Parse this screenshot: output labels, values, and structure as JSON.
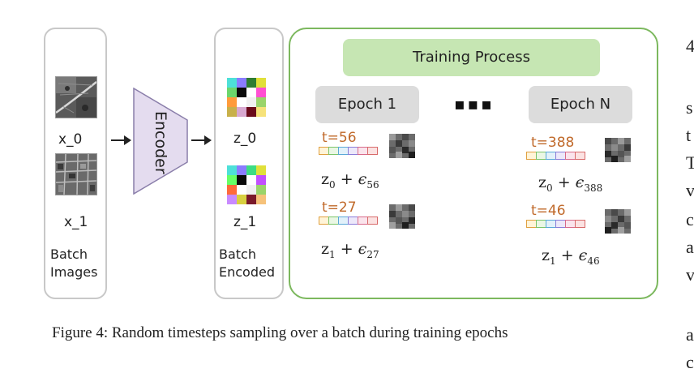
{
  "figure": {
    "batch_images": {
      "label": "Batch\nImages",
      "items": [
        {
          "label": "x_0"
        },
        {
          "label": "x_1"
        }
      ]
    },
    "encoder": {
      "label": "Encoder"
    },
    "batch_encoded": {
      "label": "Batch\nEncoded",
      "items": [
        {
          "label": "z_0"
        },
        {
          "label": "z_1"
        }
      ]
    },
    "training": {
      "title": "Training Process",
      "ellipsis": "▪▪▪",
      "epochs": [
        {
          "label": "Epoch 1",
          "samples": [
            {
              "t_label": "t=56",
              "formula_base": "z",
              "formula_base_sub": "0",
              "formula_op": " + ",
              "formula_eps": "ϵ",
              "formula_eps_sub": "56"
            },
            {
              "t_label": "t=27",
              "formula_base": "z",
              "formula_base_sub": "1",
              "formula_op": " + ",
              "formula_eps": "ϵ",
              "formula_eps_sub": "27"
            }
          ]
        },
        {
          "label": "Epoch N",
          "samples": [
            {
              "t_label": "t=388",
              "formula_base": "z",
              "formula_base_sub": "0",
              "formula_op": " + ",
              "formula_eps": "ϵ",
              "formula_eps_sub": "388"
            },
            {
              "t_label": "t=46",
              "formula_base": "z",
              "formula_base_sub": "1",
              "formula_op": " + ",
              "formula_eps": "ϵ",
              "formula_eps_sub": "46"
            }
          ]
        }
      ]
    },
    "colors": {
      "training_border": "#7cb85e",
      "training_title_bg": "#c6e6b3",
      "encoder_fill": "#e4dcef",
      "timestep_label": "#c0692a"
    }
  },
  "caption": "Figure 4: Random timesteps sampling over a batch during training epochs",
  "margin_fragments": [
    "4",
    "s",
    "t",
    "T",
    "v",
    "c",
    "a",
    "v",
    "a",
    "c"
  ]
}
